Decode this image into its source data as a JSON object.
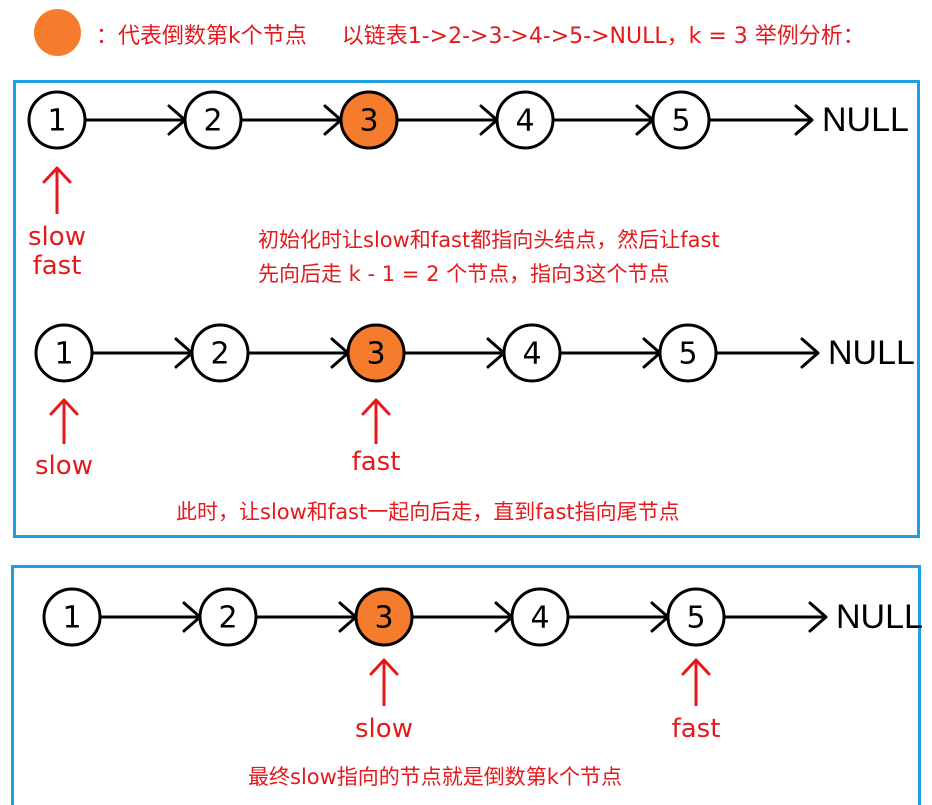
{
  "header": {
    "legend_text": "：代表倒数第k个节点     以链表1->2->3->4->5->NULL，k = 3 举例分析："
  },
  "colors": {
    "highlight": "#f47c2c",
    "annotation": "#e4191c",
    "border": "#1ea0e0",
    "node_stroke": "#000000"
  },
  "null_label": "NULL",
  "nodes": [
    "1",
    "2",
    "3",
    "4",
    "5"
  ],
  "highlight_index": 2,
  "panels": [
    {
      "pointers": [
        {
          "label": "slow",
          "node": 0
        },
        {
          "label": "fast",
          "node": 0
        }
      ],
      "caption": [
        "初始化时让slow和fast都指向头结点，然后让fast",
        "先向后走 k - 1 = 2 个节点，指向3这个节点"
      ]
    },
    {
      "pointers": [
        {
          "label": "slow",
          "node": 0
        },
        {
          "label": "fast",
          "node": 2
        }
      ],
      "caption": [
        "此时，让slow和fast一起向后走，直到fast指向尾节点"
      ]
    },
    {
      "pointers": [
        {
          "label": "slow",
          "node": 2
        },
        {
          "label": "fast",
          "node": 4
        }
      ],
      "caption": [
        "最终slow指向的节点就是倒数第k个节点"
      ]
    }
  ]
}
